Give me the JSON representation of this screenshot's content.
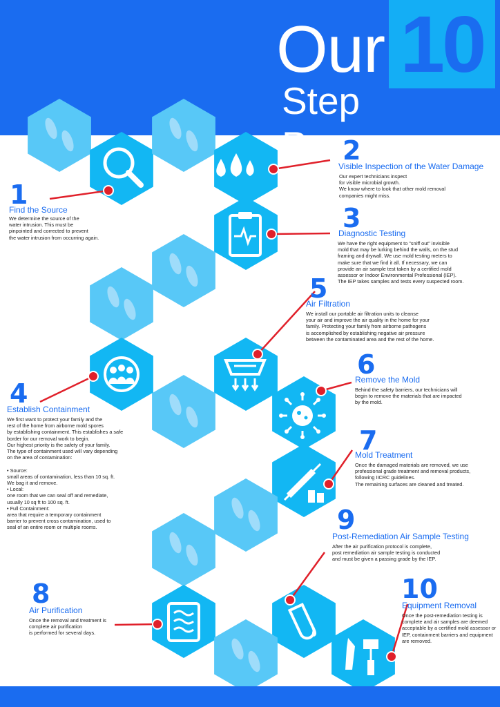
{
  "header": {
    "title_our": "Our",
    "title_number": "10",
    "title_process": "Step Process"
  },
  "colors": {
    "brand_blue": "#1a6cf0",
    "hex_cyan": "#12b7f3",
    "accent_red": "#e0202a"
  },
  "steps": [
    {
      "number": "1",
      "title": "Find the Source",
      "icon": "magnifier-icon",
      "text": "We determine the source of the\nwater intrusion. This must be\npinpointed and corrected to prevent\nthe water intrusion from occurring again."
    },
    {
      "number": "2",
      "title": "Visible Inspection of the Water Damage",
      "icon": "water-drops-icon",
      "text": "Our expert technicians inspect\nfor visible microbial growth.\nWe know where to look that other mold removal\ncompanies might miss."
    },
    {
      "number": "3",
      "title": "Diagnostic Testing",
      "icon": "clipboard-icon",
      "text": "We have the right equipment to \"sniff out\" invisible\nmold that may be lurking behind the walls, on the stud\nframing and drywall. We use mold testing meters to\nmake sure that we find it all.  If necessary, we can\nprovide an air sample test taken by a certified mold\nassessor or Indoor Environmental Professional (IEP).\nThe IEP takes samples and tests every suspected room."
    },
    {
      "number": "4",
      "title": "Establish Containment",
      "icon": "family-icon",
      "text": "We first want to protect your family and the\nrest of the home from airborne mold spores\nby establishing containment. This establishes a safe\nborder for our removal work to begin.\nOur highest priority is the safety of your family.\nThe type of containment used will vary depending\non the area of contamination:\n\n•   Source:\nsmall areas of contamination, less than 10 sq. ft.\n We bag it and remove.\n•   Local:\none room that we can seal off and remediate,\nusually 10 sq ft to 100 sq. ft.\n•   Full Containment:\narea that require a temporary containment\nbarrier to prevent cross contamination, used to\n seal of an entire room or multiple rooms."
    },
    {
      "number": "5",
      "title": "Air Filtration",
      "icon": "air-filter-icon",
      "text": "We install our portable air filtration units to cleanse\nyour air and improve the air quality in the home for your\nfamily.  Protecting your family from airborne pathogens\nis accomplished by establishing negative air pressure\nbetween the contaminated area and the rest of the home."
    },
    {
      "number": "6",
      "title": "Remove the Mold",
      "icon": "mold-spore-icon",
      "text": "Behind the safety barriers, our technicians will\nbegin to remove the materials that are impacted\nby the mold."
    },
    {
      "number": "7",
      "title": "Mold Treatment",
      "icon": "syringe-icon",
      "text": "Once the damaged materials are removed, we use\nprofessional grade treatment and removal products,\nfollowing IICRC guidelines.\nThe remaining surfaces are cleaned and treated."
    },
    {
      "number": "8",
      "title": "Air Purification",
      "icon": "air-purifier-icon",
      "text": "Once the removal and treatment is\ncomplete air purification\nis performed for several days."
    },
    {
      "number": "9",
      "title": "Post-Remediation Air Sample Testing",
      "icon": "test-tube-icon",
      "text": "After the air purification protocol is complete,\npost remediation air sample testing is conducted\nand must be given a passing grade by the IEP."
    },
    {
      "number": "10",
      "title": "Equipment Removal",
      "icon": "tools-icon",
      "text": "Once the post-remediation testing is\ncomplete and air samples are deemed\nacceptable by a certified mold assessor or\nIEP, containment barriers and equipment\nare removed."
    }
  ]
}
